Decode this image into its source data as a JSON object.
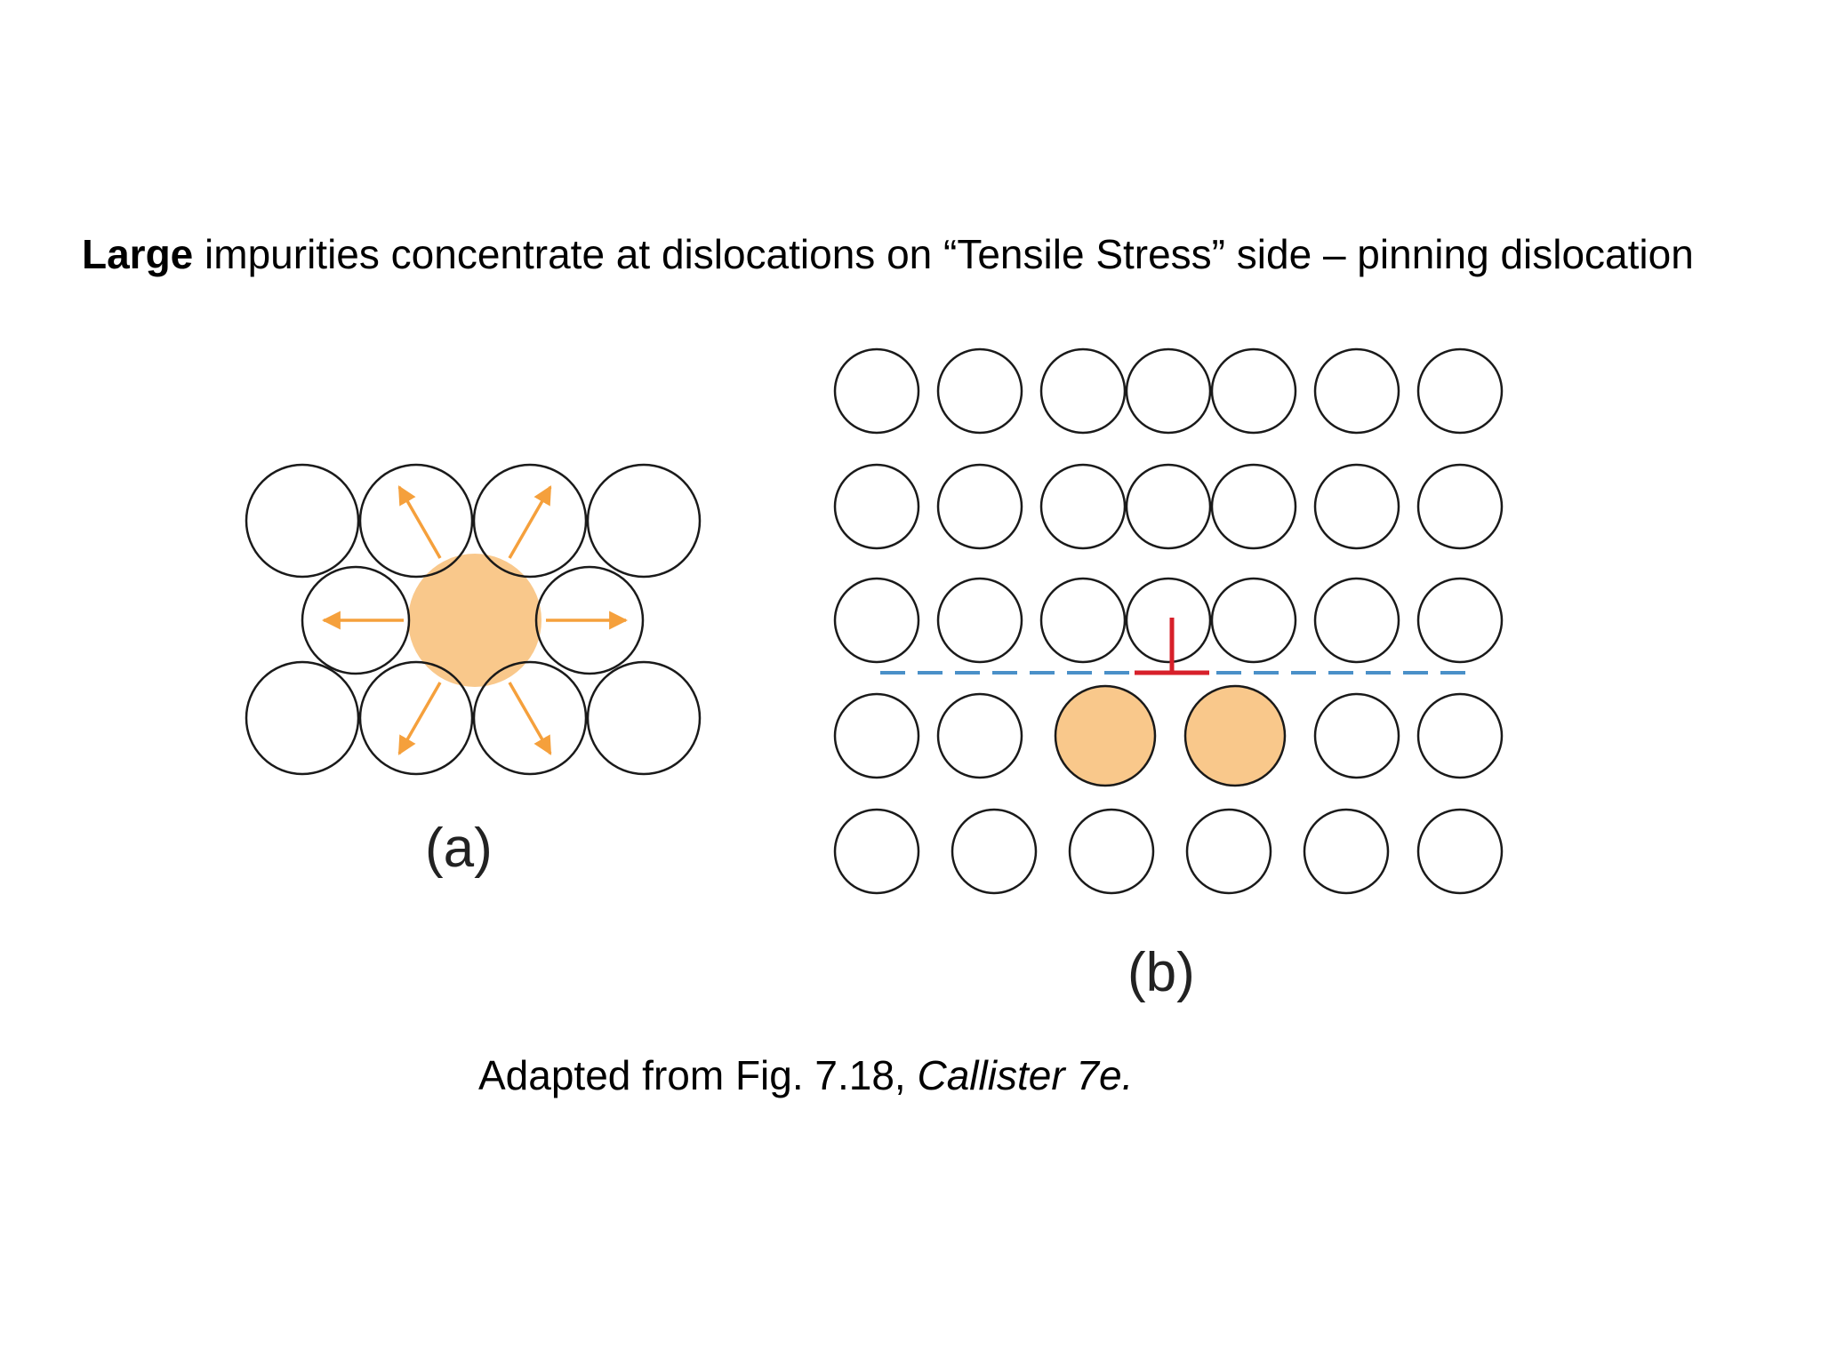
{
  "slide": {
    "headline_bold": "Large",
    "headline_rest": " impurities concentrate at dislocations on “Tensile Stress” side – pinning dislocation",
    "caption_prefix": "Adapted from Fig. 7.18, ",
    "caption_italic": "Callister 7e."
  },
  "panels": {
    "a": {
      "label": "(a)"
    },
    "b": {
      "label": "(b)"
    }
  },
  "colors": {
    "atom_stroke": "#1a1a1a",
    "impurity_fill": "#f9c88b",
    "arrow": "#f5a03c",
    "slip_plane": "#4a90c8",
    "dislocation": "#d7202a"
  }
}
